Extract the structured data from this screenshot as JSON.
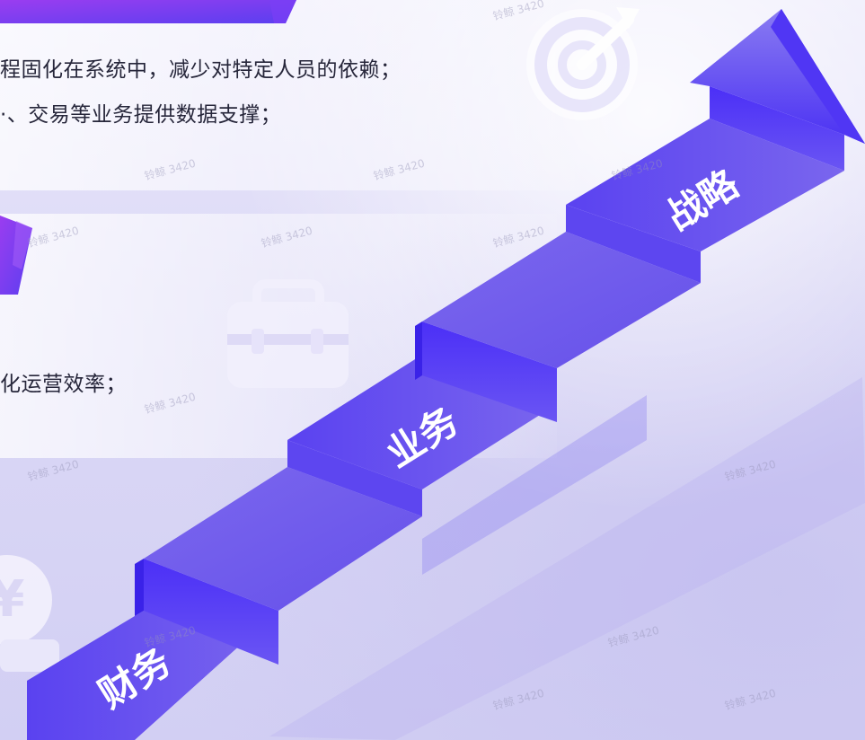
{
  "content": {
    "line1": "程固化在系统中，减少对特定人员的依赖；",
    "line2": "·、交易等业务提供数据支撑；",
    "line3": "化运营效率；"
  },
  "stairs": {
    "step_finance": "财务",
    "step_business": "业务",
    "step_strategy": "战略"
  },
  "watermark_text": "铃鲸 3420",
  "icons": [
    "target-arrow-icon",
    "briefcase-icon",
    "yen-coin-icon",
    "arrow-up-icon"
  ],
  "colors": {
    "accent_purple": "#5a3ff2",
    "tread_purple": "#6b55e8",
    "background": "#dcd9f6"
  }
}
